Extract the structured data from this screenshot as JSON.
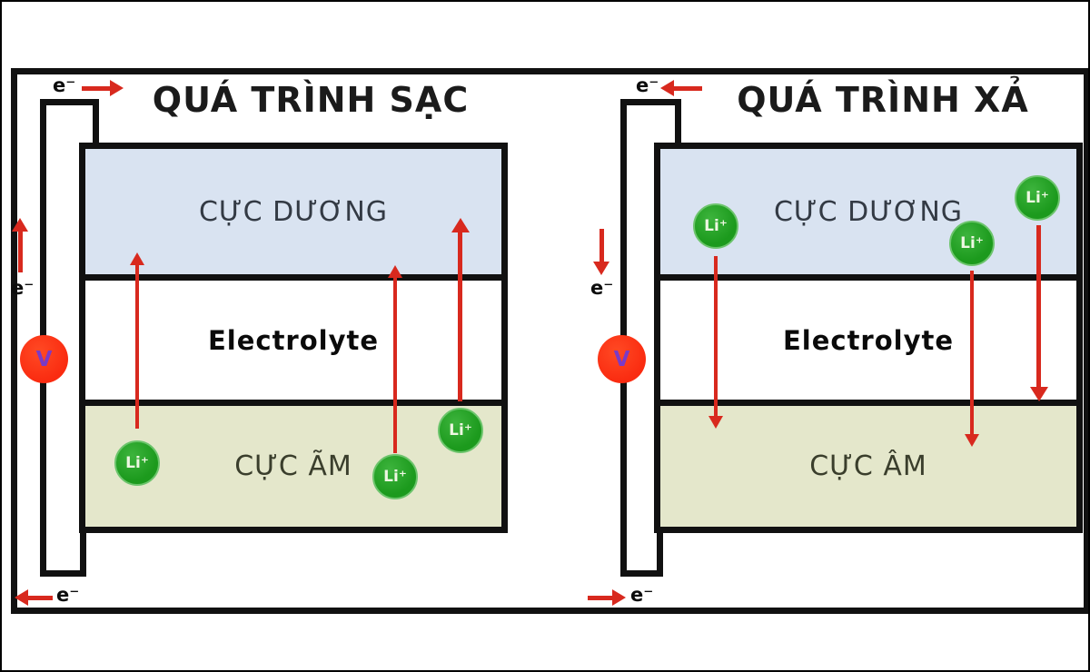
{
  "colors": {
    "frame_black": "#111111",
    "arrow_red": "#d8291e",
    "volt_red": "#fa2b10",
    "volt_letter_purple": "#7b3ac6",
    "positive_bg": "#d9e3f1",
    "negative_bg": "#e4e7cb",
    "ion_green": "#1c9a1d",
    "title_color": "#1b1b1b"
  },
  "diagrams": [
    {
      "title": "QUÁ TRÌNH SẠC",
      "voltmeter_label": "V",
      "electron_top": "e⁻",
      "electron_side": "e⁻",
      "electron_bottom": "e⁻",
      "layers": {
        "positive": "CỰC DƯƠNG",
        "electrolyte": "Electrolyte",
        "negative": "CỰC ÃM"
      },
      "ions": [
        {
          "label": "Li⁺"
        },
        {
          "label": "Li⁺"
        },
        {
          "label": "Li⁺"
        }
      ]
    },
    {
      "title": "QUÁ TRÌNH XẢ",
      "voltmeter_label": "V",
      "electron_top": "e⁻",
      "electron_side": "e⁻",
      "electron_bottom": "e⁻",
      "layers": {
        "positive": "CỰC DƯƠNG",
        "electrolyte": "Electrolyte",
        "negative": "CỰC ÂM"
      },
      "ions": [
        {
          "label": "Li⁺"
        },
        {
          "label": "Li⁺"
        },
        {
          "label": "Li⁺"
        }
      ]
    }
  ]
}
